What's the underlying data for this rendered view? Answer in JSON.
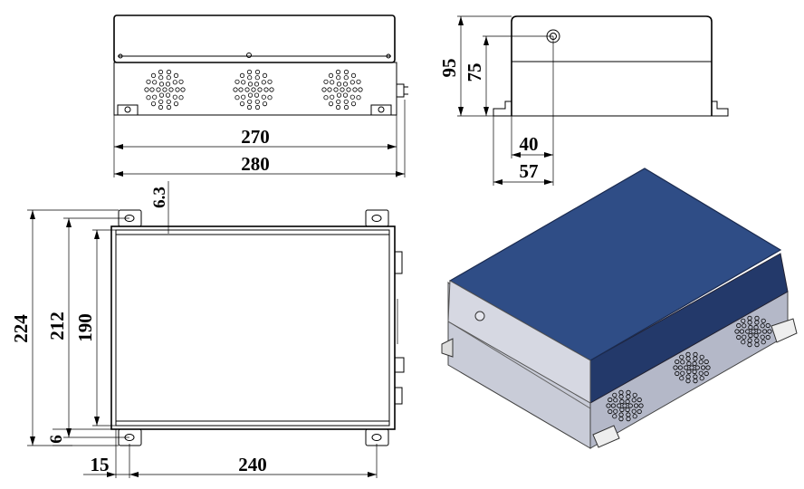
{
  "dimensions": {
    "front_inner_width": "270",
    "front_outer_width": "280",
    "side_height_total": "95",
    "side_height_body": "75",
    "side_offset_40": "40",
    "side_offset_57": "57",
    "top_offset": "6.3",
    "plan_height_outer": "224",
    "plan_height_mid": "212",
    "plan_height_inner": "190",
    "plan_bottom_offset": "6",
    "plan_left_offset": "15",
    "plan_width": "240"
  },
  "colors": {
    "lid_blue": "#2f4d86",
    "lid_blue_dark": "#23396a",
    "body_gray": "#c9ccd8",
    "body_gray_dark": "#aeb2c2"
  },
  "fan_count": 3
}
